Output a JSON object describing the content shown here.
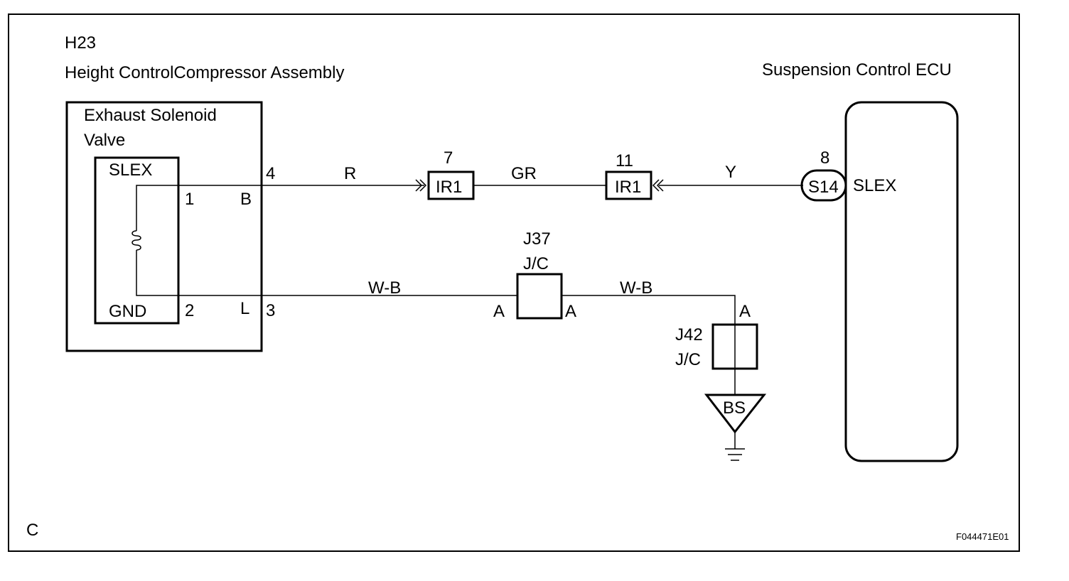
{
  "corner_letter": "C",
  "figure_id": "F044471E01",
  "compressor": {
    "code": "H23",
    "name": "Height ControlCompressor Assembly",
    "valve_name_line1": "Exhaust Solenoid",
    "valve_name_line2": "Valve",
    "inner_top_label": "SLEX",
    "inner_bottom_label": "GND",
    "pin_1": "1",
    "pin_2": "2",
    "pin_3": "3",
    "pin_4": "4",
    "wire_b": "B",
    "wire_l": "L"
  },
  "ecu": {
    "name": "Suspension Control ECU",
    "terminal": "SLEX",
    "connector": "S14",
    "pin": "8"
  },
  "upper_wire": {
    "color_1": "R",
    "color_2": "GR",
    "color_3": "Y",
    "connector_1": {
      "name": "IR1",
      "pin": "7"
    },
    "connector_2": {
      "name": "IR1",
      "pin": "11"
    }
  },
  "lower_wire": {
    "color_1": "W-B",
    "color_2": "W-B",
    "junction_1": {
      "name": "J37",
      "type": "J/C",
      "left_pin": "A",
      "right_pin": "A"
    },
    "junction_2": {
      "name": "J42",
      "type": "J/C",
      "top_pin": "A"
    },
    "ground": "BS"
  }
}
